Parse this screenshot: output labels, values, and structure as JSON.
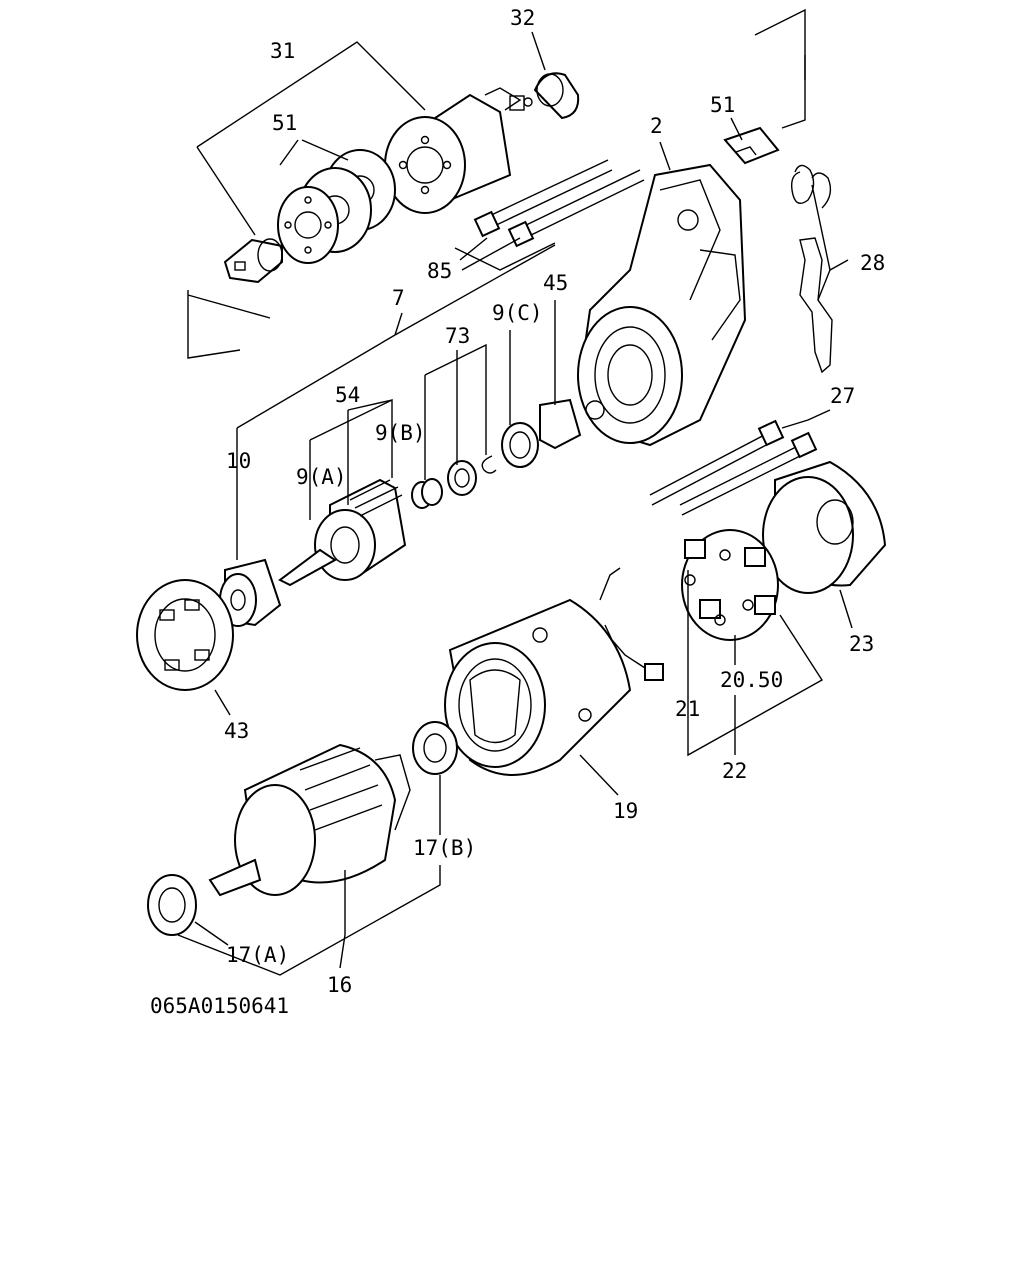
{
  "diagram": {
    "drawing_code": "065A0150641",
    "labels": {
      "l31": "31",
      "l32": "32",
      "l51a": "51",
      "l51b": "51",
      "l2": "2",
      "l28": "28",
      "l85": "85",
      "l7": "7",
      "l45": "45",
      "l9c": "9(C)",
      "l73": "73",
      "l54": "54",
      "l9b": "9(B)",
      "l9a": "9(A)",
      "l10": "10",
      "l27": "27",
      "l43": "43",
      "l23": "23",
      "l2050": "20.50",
      "l21": "21",
      "l22": "22",
      "l19": "19",
      "l17b": "17(B)",
      "l17a": "17(A)",
      "l16": "16"
    }
  }
}
